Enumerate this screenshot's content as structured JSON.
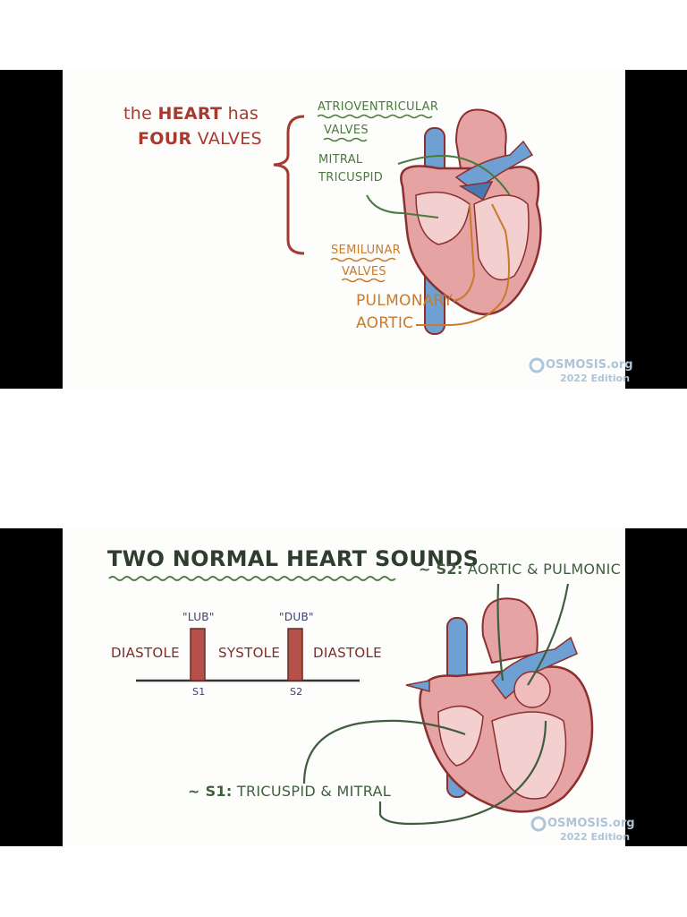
{
  "slide1": {
    "title_the": "the",
    "title_heart": "HEART",
    "title_has": "has",
    "title_four": "FOUR",
    "title_valves": "VALVES",
    "av_line1": "ATRIOVENTRICULAR",
    "av_line2": "VALVES",
    "mitral": "MITRAL",
    "tricuspid": "TRICUSPID",
    "sl_line1": "SEMILUNAR",
    "sl_line2": "VALVES",
    "pulmonary": "PULMONARY",
    "aortic": "AORTIC",
    "logo": "OSMOSIS.org",
    "edition": "2022 Edition"
  },
  "slide2": {
    "title": "TWO NORMAL HEART SOUNDS",
    "s2_prefix": "~ S2:",
    "s2_text": "AORTIC & PULMONIC",
    "s1_prefix": "~ S1:",
    "s1_text": "TRICUSPID & MITRAL",
    "lub": "\"LUB\"",
    "dub": "\"DUB\"",
    "diastole_left": "DIASTOLE",
    "systole": "SYSTOLE",
    "diastole_right": "DIASTOLE",
    "s1_tick": "S1",
    "s2_tick": "S2",
    "logo": "OSMOSIS.org",
    "edition": "2022 Edition"
  },
  "colors": {
    "red": "#a63a2e",
    "green": "#4a7a3c",
    "orange": "#c97a2a",
    "vessel_blue": "#6fa0d4",
    "heart_pink": "#e6a3a3",
    "heart_dark": "#8b2f2f"
  }
}
